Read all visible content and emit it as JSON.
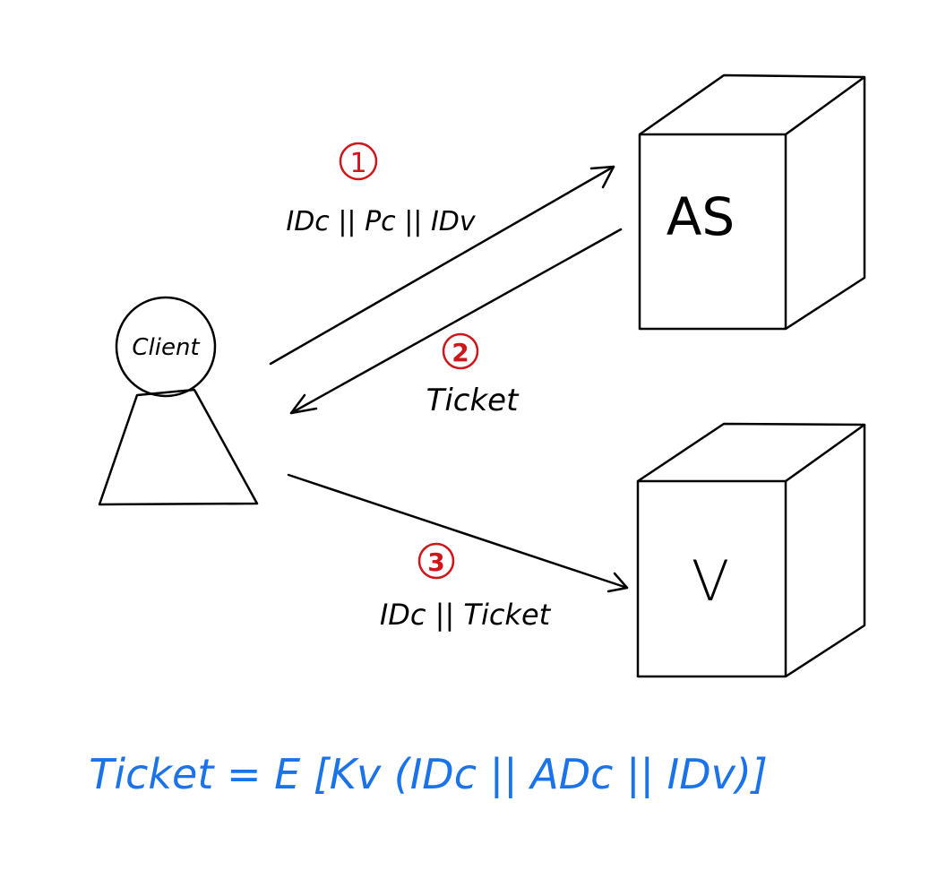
{
  "colors": {
    "ink": "#000000",
    "step_marker": "#d0161b",
    "formula": "#1a73e8",
    "background": "#ffffff"
  },
  "nodes": {
    "client": {
      "label": "Client"
    },
    "as": {
      "label": "AS"
    },
    "v": {
      "label": "V"
    }
  },
  "messages": [
    {
      "step": "1",
      "text": "IDc || Pc || IDv"
    },
    {
      "step": "2",
      "text": "Ticket"
    },
    {
      "step": "3",
      "text": "IDc || Ticket"
    }
  ],
  "formula": {
    "text": "Ticket = E [Kv (IDc || ADc || IDv)]"
  }
}
